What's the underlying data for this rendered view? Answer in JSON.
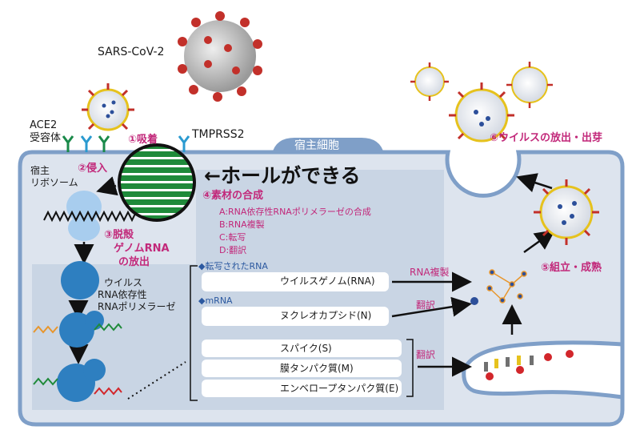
{
  "virus_name": "SARS-CoV-2",
  "receptor": {
    "line1": "ACE2",
    "line2": "受容体"
  },
  "tmprss": "TMPRSS2",
  "host_cell": "宿主細胞",
  "ribosome": {
    "line1": "宿主",
    "line2": "リボソーム"
  },
  "steps": {
    "adsorption": "①吸着",
    "entry": "②侵入",
    "uncoating": {
      "line1": "③脱殻",
      "line2": "ゲノムRNA",
      "line3": "の放出"
    },
    "synthesis": "④素材の合成",
    "assembly": "⑤組立・成熟",
    "release": "⑥ウイルスの放出・出芽"
  },
  "hole_note": "←ホールができる",
  "synthesis_items": [
    "A:RNA依存性RNAポリメラーゼの合成",
    "B:RNA複製",
    "C:転写",
    "D:翻訳"
  ],
  "polymerase": {
    "line1": "ウイルス",
    "line2": "RNA依存性",
    "line3": "RNAポリメラーゼ"
  },
  "rna_groups": {
    "transcribed": "◆転写されたRNA",
    "mrna": "◆mRNA"
  },
  "rna_boxes": [
    {
      "label": "ウイルスゲノム(RNA)",
      "color": "#e8962c"
    },
    {
      "label": "ヌクレオカプシド(N)",
      "color": "#2c4f9a"
    },
    {
      "label": "スパイク(S)",
      "color": "#d2262b"
    },
    {
      "label": "膜タンパク質(M)",
      "color": "#707070"
    },
    {
      "label": "エンベロープタンパク質(E)",
      "color": "#e6c21d"
    }
  ],
  "arrow_labels": {
    "replication": "RNA複製",
    "translation1": "翻訳",
    "translation2": "翻訳"
  },
  "colors": {
    "magenta": "#c2287a",
    "cell_fill": "#dde4ee",
    "cell_border": "#7f9fc8",
    "panel_fill": "#c9d5e4",
    "blue_protein": "#2e7fc0",
    "green_hole": "#1f8a3a"
  }
}
